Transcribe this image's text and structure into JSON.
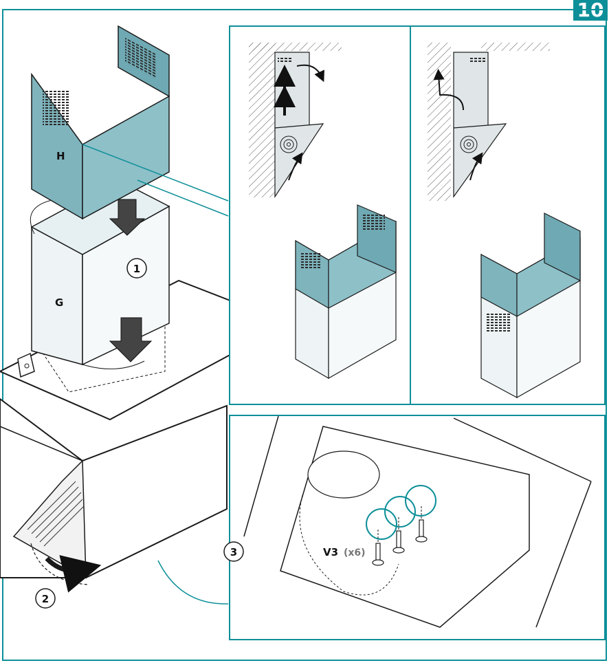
{
  "page": {
    "step_number": "10"
  },
  "parts": {
    "top_chimney": "H",
    "bottom_chimney": "G"
  },
  "steps": [
    "1",
    "2",
    "3"
  ],
  "screws": {
    "name": "V3",
    "qty": "(x6)"
  },
  "colors": {
    "accent": "#0d8f99",
    "chimney_fill": "#7fb4bd",
    "glass_fill": "#e6f0f2",
    "line": "#1a1a1a"
  }
}
